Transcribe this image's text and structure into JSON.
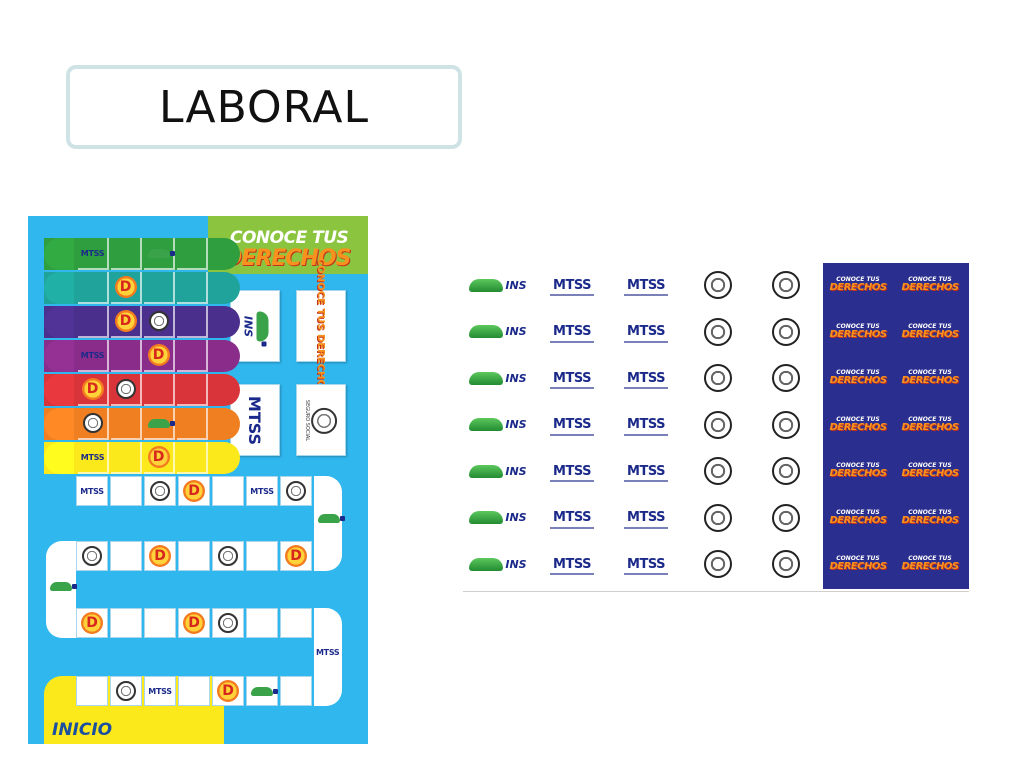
{
  "slide": {
    "title": "LABORAL"
  },
  "board": {
    "header_line1": "CONOCE TUS",
    "header_line2": "DERECHOS",
    "start_label": "INICIO",
    "colors": {
      "background": "#30b7ee",
      "bands": [
        "#2e9e3e",
        "#1fa39a",
        "#4b2f8c",
        "#8a2d8a",
        "#d9343a",
        "#f07f22",
        "#fce91c"
      ],
      "header_panel": "#8bc53f"
    },
    "cards": [
      {
        "text": "INS",
        "icon": "ins-logo-icon"
      },
      {
        "text": "CONOCE TUS DERECHOS",
        "icon": "derechos-logo-icon"
      },
      {
        "text": "MTSS",
        "icon": "mtss-logo-icon"
      },
      {
        "text": "SEGURO SOCIAL",
        "icon": "seguro-social-seal-icon"
      }
    ],
    "mtss_text": "MTSS",
    "d_text": "D"
  },
  "sheet": {
    "rows": 7,
    "columns": [
      {
        "kind": "ins",
        "text": "INS"
      },
      {
        "kind": "mtss",
        "text": "MTSS"
      },
      {
        "kind": "mtss",
        "text": "MTSS"
      },
      {
        "kind": "seal",
        "text": ""
      },
      {
        "kind": "seal",
        "text": ""
      },
      {
        "kind": "conoce",
        "text": "CONOCE TUS",
        "text2": "DERECHOS"
      },
      {
        "kind": "conoce",
        "text": "CONOCE TUS",
        "text2": "DERECHOS"
      }
    ],
    "colors": {
      "blue_panel": "#2a2e8e"
    }
  }
}
